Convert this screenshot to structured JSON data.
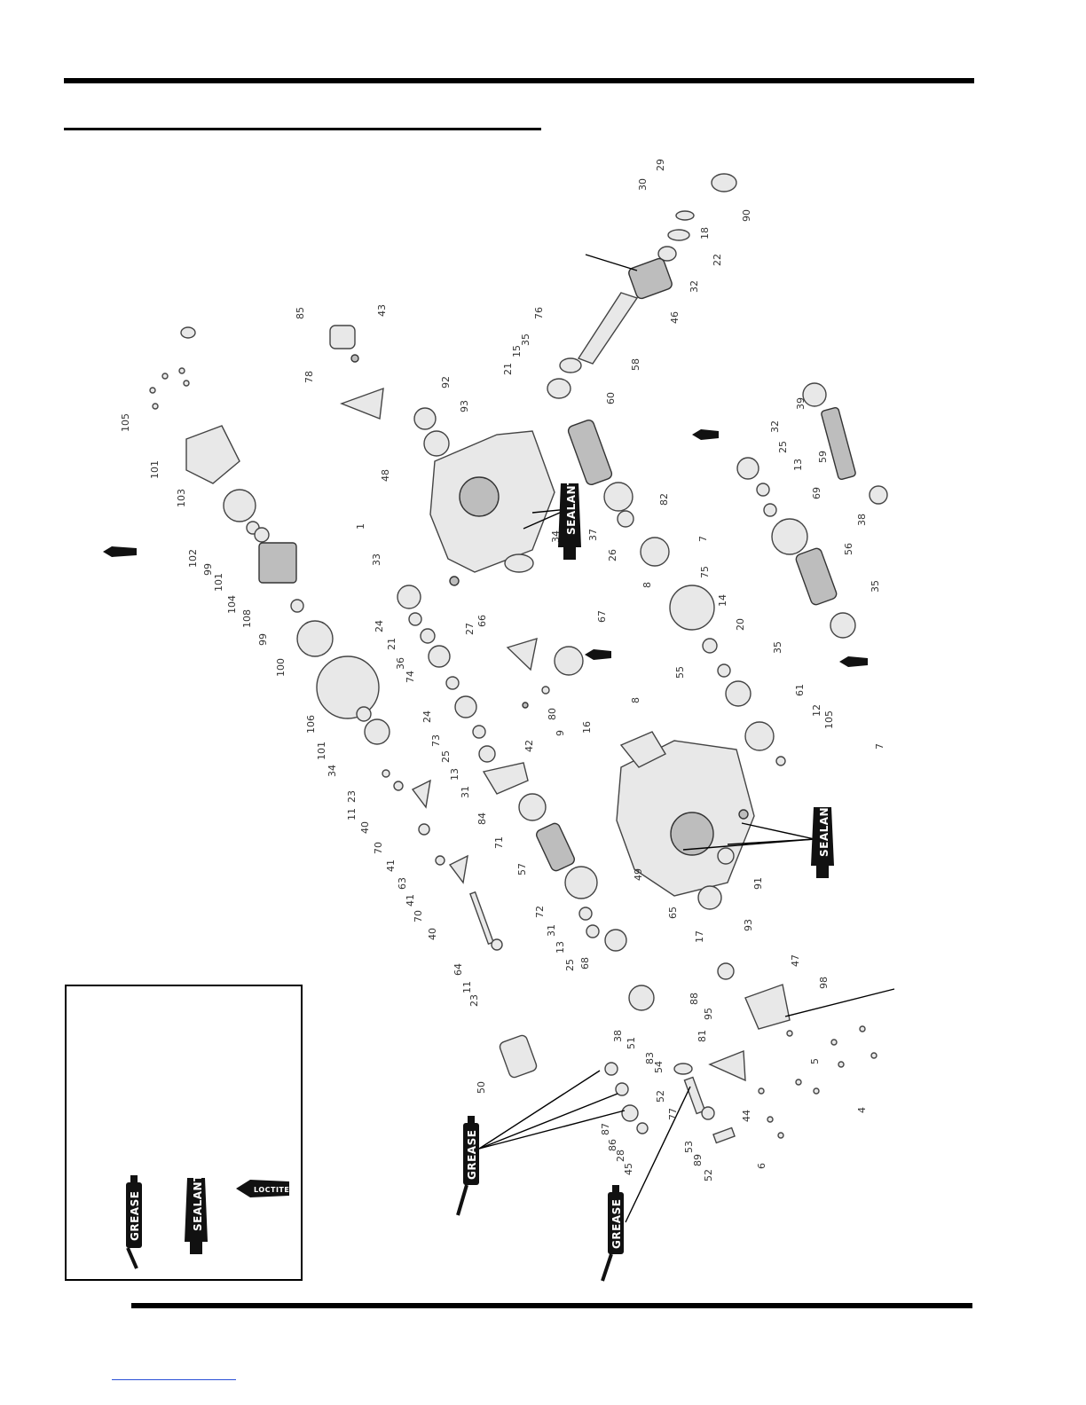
{
  "labels": {
    "sealant": "SEALANT",
    "grease": "GREASE",
    "loctite": "LOCTITE"
  },
  "colors": {
    "ink": "#000000",
    "part_fill": "#e8e8e8",
    "tube_fill": "#111111",
    "link": "#2a4fd6"
  },
  "icons": {
    "sealant": "sealant-tube-icon",
    "grease": "grease-gun-icon",
    "loctite": "loctite-bottle-icon"
  },
  "callouts": [
    {
      "id": "c29",
      "text": "29"
    },
    {
      "id": "c30",
      "text": "30"
    },
    {
      "id": "c18",
      "text": "18"
    },
    {
      "id": "c90",
      "text": "90"
    },
    {
      "id": "c22",
      "text": "22"
    },
    {
      "id": "c32a",
      "text": "32"
    },
    {
      "id": "c46",
      "text": "46"
    },
    {
      "id": "c76",
      "text": "76"
    },
    {
      "id": "c58",
      "text": "58"
    },
    {
      "id": "c85",
      "text": "85"
    },
    {
      "id": "c43",
      "text": "43"
    },
    {
      "id": "c35a",
      "text": "35"
    },
    {
      "id": "c15",
      "text": "15"
    },
    {
      "id": "c21a",
      "text": "21"
    },
    {
      "id": "c92",
      "text": "92"
    },
    {
      "id": "c93a",
      "text": "93"
    },
    {
      "id": "c78",
      "text": "78"
    },
    {
      "id": "c105a",
      "text": "105"
    },
    {
      "id": "c101a",
      "text": "101"
    },
    {
      "id": "c103",
      "text": "103"
    },
    {
      "id": "c102",
      "text": "102"
    },
    {
      "id": "c99a",
      "text": "99"
    },
    {
      "id": "c101b",
      "text": "101"
    },
    {
      "id": "c104",
      "text": "104"
    },
    {
      "id": "c108",
      "text": "108"
    },
    {
      "id": "c99b",
      "text": "99"
    },
    {
      "id": "c100",
      "text": "100"
    },
    {
      "id": "c106",
      "text": "106"
    },
    {
      "id": "c101c",
      "text": "101"
    },
    {
      "id": "c34a",
      "text": "34"
    },
    {
      "id": "c48",
      "text": "48"
    },
    {
      "id": "c34b",
      "text": "34"
    },
    {
      "id": "c1",
      "text": "1"
    },
    {
      "id": "c33",
      "text": "33"
    },
    {
      "id": "c60",
      "text": "60"
    },
    {
      "id": "c37",
      "text": "37"
    },
    {
      "id": "c26",
      "text": "26"
    },
    {
      "id": "c82",
      "text": "82"
    },
    {
      "id": "c7a",
      "text": "7"
    },
    {
      "id": "c8a",
      "text": "8"
    },
    {
      "id": "c75",
      "text": "75"
    },
    {
      "id": "c14",
      "text": "14"
    },
    {
      "id": "c20",
      "text": "20"
    },
    {
      "id": "c35b",
      "text": "35"
    },
    {
      "id": "c39",
      "text": "39"
    },
    {
      "id": "c32b",
      "text": "32"
    },
    {
      "id": "c25a",
      "text": "25"
    },
    {
      "id": "c13a",
      "text": "13"
    },
    {
      "id": "c59",
      "text": "59"
    },
    {
      "id": "c69",
      "text": "69"
    },
    {
      "id": "c38a",
      "text": "38"
    },
    {
      "id": "c56",
      "text": "56"
    },
    {
      "id": "c35c",
      "text": "35"
    },
    {
      "id": "c24a",
      "text": "24"
    },
    {
      "id": "c21b",
      "text": "21"
    },
    {
      "id": "c36",
      "text": "36"
    },
    {
      "id": "c74",
      "text": "74"
    },
    {
      "id": "c27",
      "text": "27"
    },
    {
      "id": "c66",
      "text": "66"
    },
    {
      "id": "c67",
      "text": "67"
    },
    {
      "id": "c24b",
      "text": "24"
    },
    {
      "id": "c73",
      "text": "73"
    },
    {
      "id": "c25b",
      "text": "25"
    },
    {
      "id": "c13b",
      "text": "13"
    },
    {
      "id": "c31a",
      "text": "31"
    },
    {
      "id": "c42",
      "text": "42"
    },
    {
      "id": "c80",
      "text": "80"
    },
    {
      "id": "c9",
      "text": "9"
    },
    {
      "id": "c84",
      "text": "84"
    },
    {
      "id": "c71",
      "text": "71"
    },
    {
      "id": "c57",
      "text": "57"
    },
    {
      "id": "c72",
      "text": "72"
    },
    {
      "id": "c31b",
      "text": "31"
    },
    {
      "id": "c13c",
      "text": "13"
    },
    {
      "id": "c25c",
      "text": "25"
    },
    {
      "id": "c68",
      "text": "68"
    },
    {
      "id": "c61",
      "text": "61"
    },
    {
      "id": "c12",
      "text": "12"
    },
    {
      "id": "c105b",
      "text": "105"
    },
    {
      "id": "c8b",
      "text": "8"
    },
    {
      "id": "c55",
      "text": "55"
    },
    {
      "id": "c16",
      "text": "16"
    },
    {
      "id": "c7b",
      "text": "7"
    },
    {
      "id": "c49",
      "text": "49"
    },
    {
      "id": "c65",
      "text": "65"
    },
    {
      "id": "c93b",
      "text": "93"
    },
    {
      "id": "c91",
      "text": "91"
    },
    {
      "id": "c17",
      "text": "17"
    },
    {
      "id": "c23a",
      "text": "23"
    },
    {
      "id": "c11a",
      "text": "11"
    },
    {
      "id": "c40a",
      "text": "40"
    },
    {
      "id": "c70a",
      "text": "70"
    },
    {
      "id": "c41a",
      "text": "41"
    },
    {
      "id": "c63",
      "text": "63"
    },
    {
      "id": "c41b",
      "text": "41"
    },
    {
      "id": "c70b",
      "text": "70"
    },
    {
      "id": "c40b",
      "text": "40"
    },
    {
      "id": "c64",
      "text": "64"
    },
    {
      "id": "c11b",
      "text": "11"
    },
    {
      "id": "c23b",
      "text": "23"
    },
    {
      "id": "c38b",
      "text": "38"
    },
    {
      "id": "c50",
      "text": "50"
    },
    {
      "id": "c51",
      "text": "51"
    },
    {
      "id": "c83",
      "text": "83"
    },
    {
      "id": "c54",
      "text": "54"
    },
    {
      "id": "c87",
      "text": "87"
    },
    {
      "id": "c86",
      "text": "86"
    },
    {
      "id": "c28",
      "text": "28"
    },
    {
      "id": "c45",
      "text": "45"
    },
    {
      "id": "c52a",
      "text": "52"
    },
    {
      "id": "c77",
      "text": "77"
    },
    {
      "id": "c88",
      "text": "88"
    },
    {
      "id": "c95",
      "text": "95"
    },
    {
      "id": "c47",
      "text": "47"
    },
    {
      "id": "c98",
      "text": "98"
    },
    {
      "id": "c5",
      "text": "5"
    },
    {
      "id": "c81",
      "text": "81"
    },
    {
      "id": "c44",
      "text": "44"
    },
    {
      "id": "c53",
      "text": "53"
    },
    {
      "id": "c89",
      "text": "89"
    },
    {
      "id": "c52b",
      "text": "52"
    },
    {
      "id": "c6",
      "text": "6"
    },
    {
      "id": "c4",
      "text": "4"
    }
  ]
}
